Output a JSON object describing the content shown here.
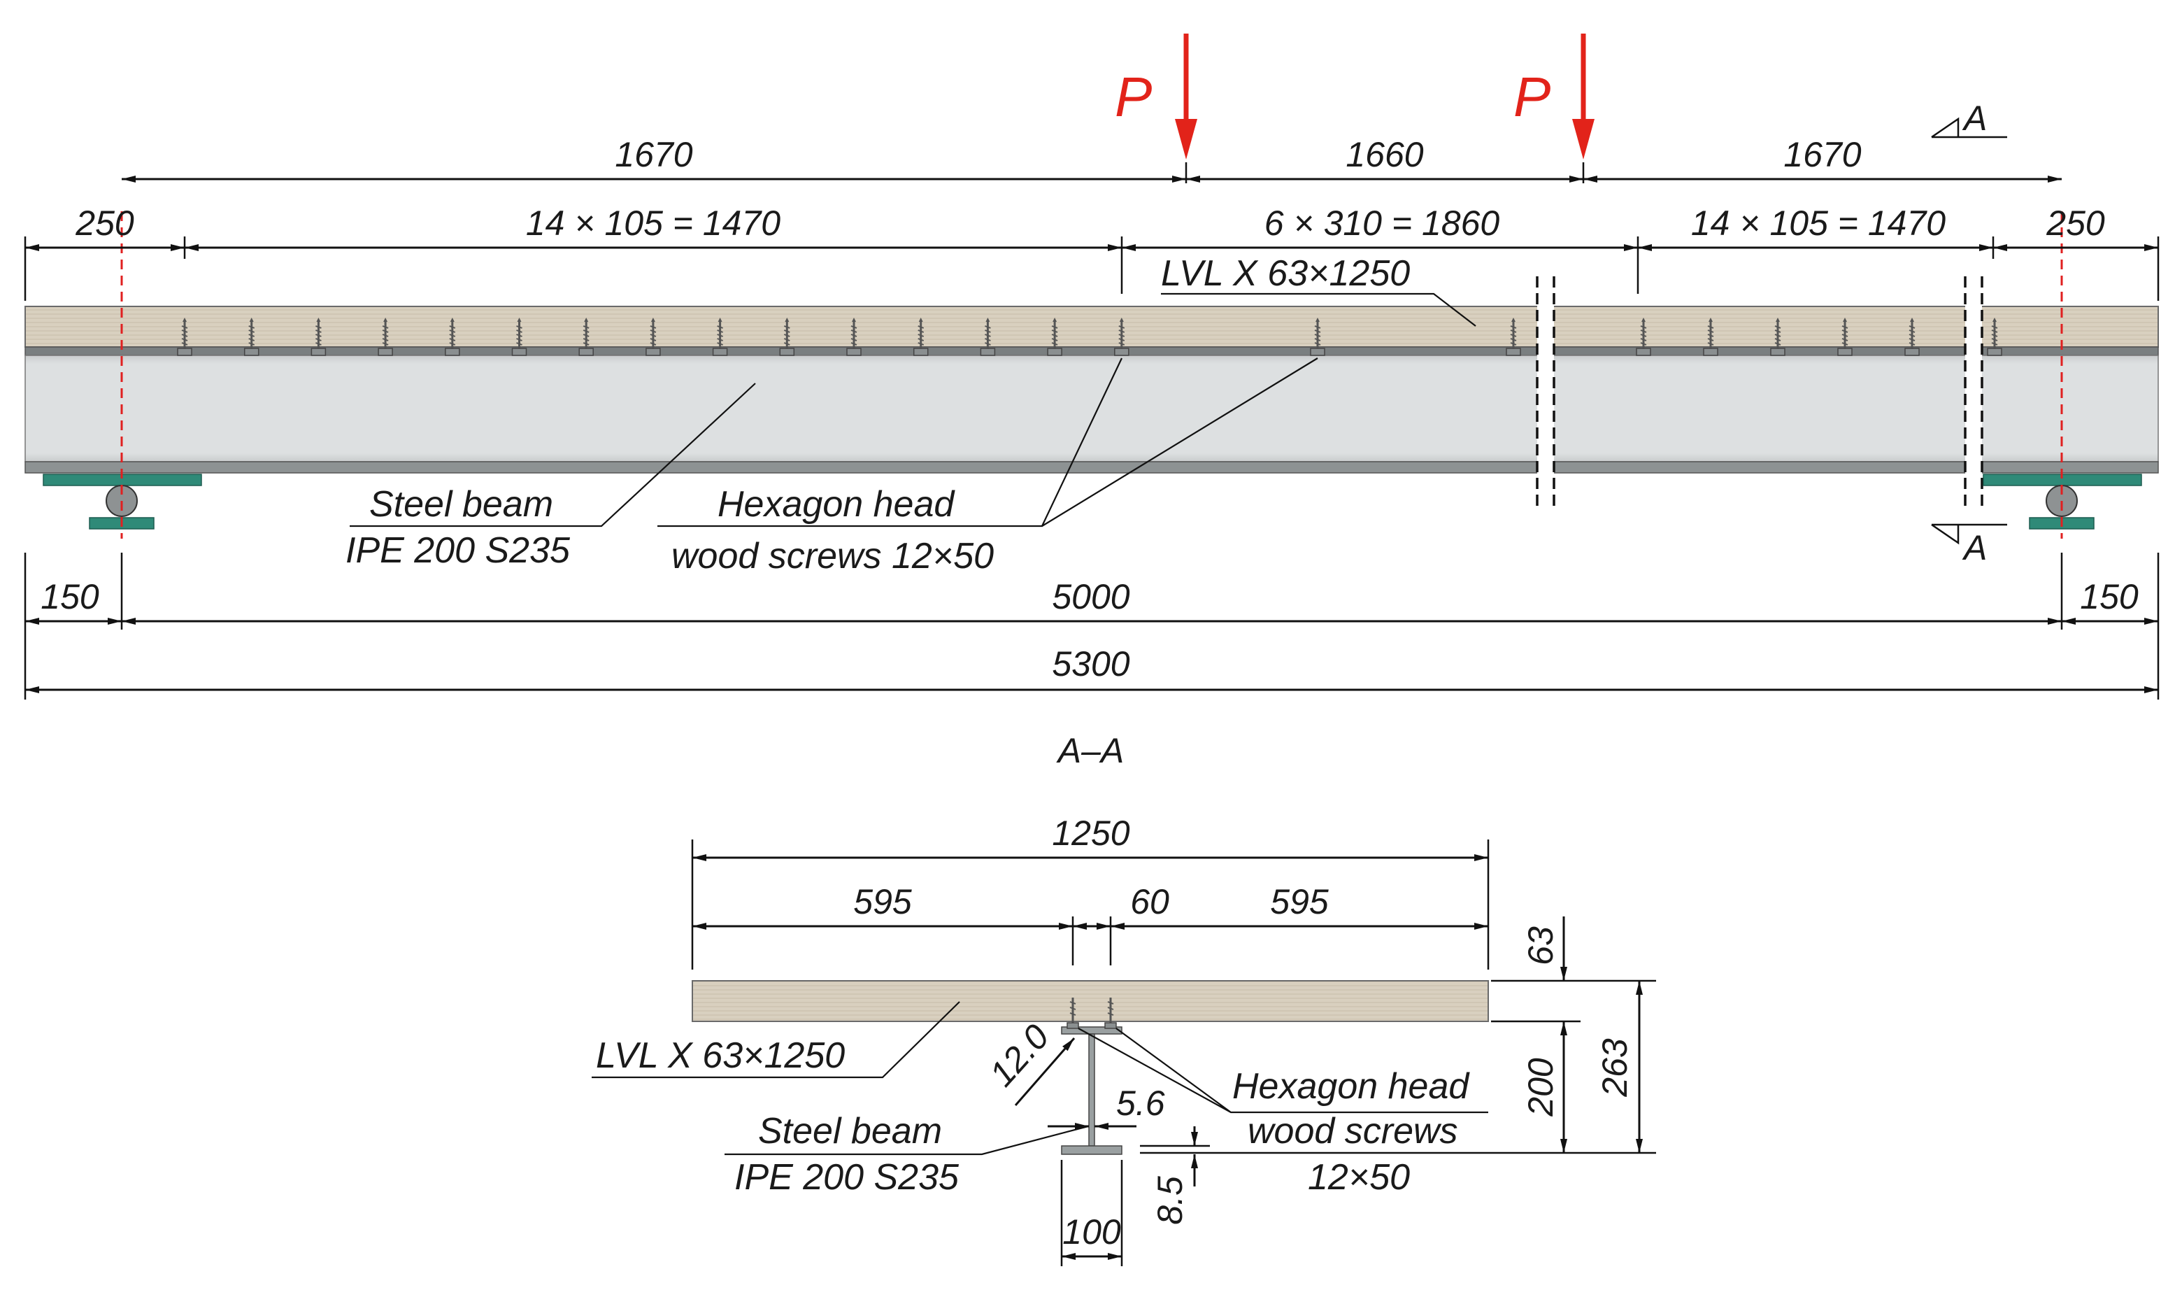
{
  "loads": {
    "label": "P",
    "color": "#e2231a"
  },
  "elevation": {
    "dims_top": {
      "d1670_left": "1670",
      "d1660": "1660",
      "d1670_right": "1670",
      "d250_left": "250",
      "spacing_left": "14 × 105 = 1470",
      "spacing_mid": "6 × 310 = 1860",
      "spacing_right": "14 × 105 = 1470",
      "d250_right": "250"
    },
    "dims_bottom": {
      "d150_left": "150",
      "d5000": "5000",
      "d150_right": "150",
      "d5300": "5300"
    },
    "labels": {
      "lvl": "LVL X 63×1250",
      "steel_1": "Steel beam",
      "steel_2": "IPE 200 S235",
      "screw_1": "Hexagon head",
      "screw_2": "wood screws 12×50"
    },
    "section_mark": "A"
  },
  "section": {
    "title": "A–A",
    "dims": {
      "d1250": "1250",
      "d595_left": "595",
      "d60": "60",
      "d595_right": "595",
      "d63": "63",
      "d200": "200",
      "d263": "263",
      "d12": "12.0",
      "d5_6": "5.6",
      "d8_5": "8.5",
      "d100": "100"
    },
    "labels": {
      "lvl": "LVL X 63×1250",
      "steel_1": "Steel beam",
      "steel_2": "IPE 200 S235",
      "screw_1": "Hexagon head",
      "screw_2": "wood screws",
      "screw_3": "12×50"
    }
  },
  "colors": {
    "timber": "#d9d0bf",
    "steel": "#d9dcdd",
    "support": "#2f8a78",
    "axis": "#e02020"
  }
}
